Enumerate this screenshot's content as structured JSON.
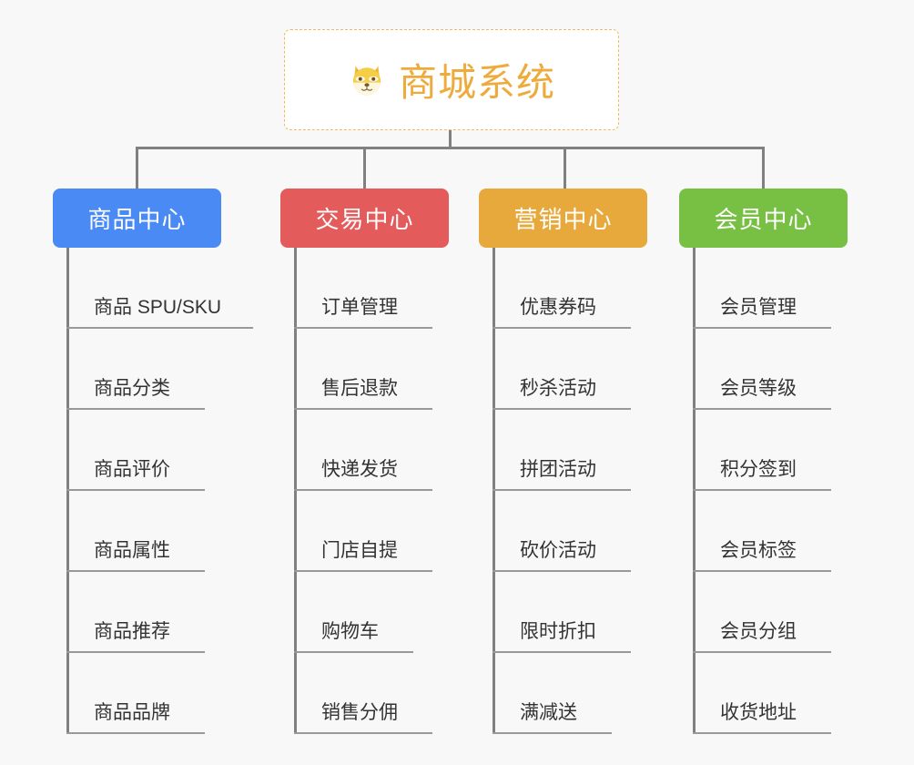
{
  "page": {
    "background_color": "#f8f8f8",
    "type": "mindmap"
  },
  "root": {
    "title": "商城系统",
    "icon": "shiba-dog-face-icon",
    "text_color": "#eeab3c",
    "border_color": "#efb95e",
    "background_color": "#ffffff"
  },
  "branches": [
    {
      "label": "商品中心",
      "color": "#4a8af4",
      "leaves": [
        {
          "label": "商品 SPU/SKU",
          "rule_width": 205
        },
        {
          "label": "商品分类",
          "rule_width": 152
        },
        {
          "label": "商品评价",
          "rule_width": 152
        },
        {
          "label": "商品属性",
          "rule_width": 152
        },
        {
          "label": "商品推荐",
          "rule_width": 152
        },
        {
          "label": "商品品牌",
          "rule_width": 152
        }
      ]
    },
    {
      "label": "交易中心",
      "color": "#e35b5b",
      "leaves": [
        {
          "label": "订单管理",
          "rule_width": 152
        },
        {
          "label": "售后退款",
          "rule_width": 152
        },
        {
          "label": "快递发货",
          "rule_width": 152
        },
        {
          "label": "门店自提",
          "rule_width": 152
        },
        {
          "label": "购物车",
          "rule_width": 131
        },
        {
          "label": "销售分佣",
          "rule_width": 152
        }
      ]
    },
    {
      "label": "营销中心",
      "color": "#e8a93c",
      "leaves": [
        {
          "label": "优惠券码",
          "rule_width": 152
        },
        {
          "label": "秒杀活动",
          "rule_width": 152
        },
        {
          "label": "拼团活动",
          "rule_width": 152
        },
        {
          "label": "砍价活动",
          "rule_width": 152
        },
        {
          "label": "限时折扣",
          "rule_width": 152
        },
        {
          "label": "满减送",
          "rule_width": 131
        }
      ]
    },
    {
      "label": "会员中心",
      "color": "#78c043",
      "leaves": [
        {
          "label": "会员管理",
          "rule_width": 152
        },
        {
          "label": "会员等级",
          "rule_width": 152
        },
        {
          "label": "积分签到",
          "rule_width": 152
        },
        {
          "label": "会员标签",
          "rule_width": 152
        },
        {
          "label": "会员分组",
          "rule_width": 152
        },
        {
          "label": "收货地址",
          "rule_width": 152
        }
      ]
    }
  ]
}
